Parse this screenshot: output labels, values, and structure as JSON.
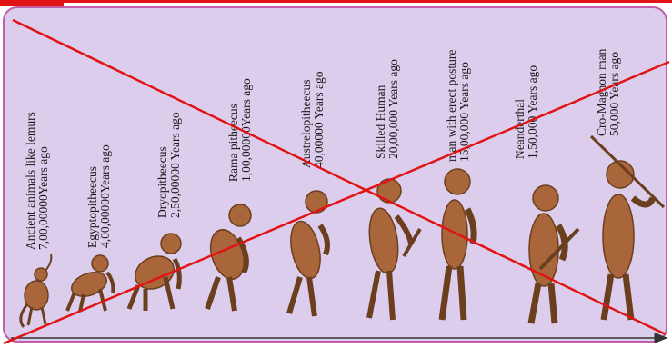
{
  "title": "",
  "stages": [
    {
      "name": "Ancient animals like lemurs",
      "period": "7,00,00000Years ago"
    },
    {
      "name": "Egyptopitheecus",
      "period": "4,00,00000Years ago"
    },
    {
      "name": "Dryopitheecus",
      "period": "2,50,00000  Years ago"
    },
    {
      "name": "Rama pitheecus",
      "period": "1,00,00000Years ago"
    },
    {
      "name": "Austrelopitheecus",
      "period": "40,00000 Years ago"
    },
    {
      "name": "Skilled Human",
      "period": "20,00,000 Years ago"
    },
    {
      "name": "man with erect posture",
      "period": "15,00,000 Years ago"
    },
    {
      "name": "Neanderthal",
      "period": "1,50,000  Years ago"
    },
    {
      "name": "Cro-Magnon man",
      "period": "50,000 Years ago"
    }
  ],
  "colors": {
    "background": "#ddcdec",
    "border": "#c05ea8",
    "figure": "#a8663a",
    "figure_dark": "#6b3f1e",
    "cross_out": "#e01414",
    "text": "#1a1a1a"
  },
  "icons": [
    "timeline-arrow-icon",
    "cross-out-mark-icon"
  ]
}
